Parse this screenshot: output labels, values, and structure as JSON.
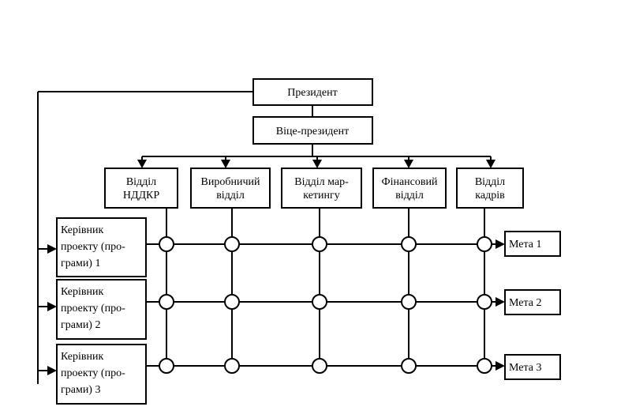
{
  "top": {
    "president": "Президент",
    "vice_president": "Віце-президент"
  },
  "departments": [
    {
      "lines": [
        "Відділ",
        "НДДКР"
      ]
    },
    {
      "lines": [
        "Виробничий",
        "відділ"
      ]
    },
    {
      "lines": [
        "Відділ мар-",
        "кетингу"
      ]
    },
    {
      "lines": [
        "Фінансовий",
        "відділ"
      ]
    },
    {
      "lines": [
        "Відділ",
        "кадрів"
      ]
    }
  ],
  "managers": [
    {
      "lines": [
        "Керівник",
        "проекту (про-",
        "грами) 1"
      ]
    },
    {
      "lines": [
        "Керівник",
        "проекту (про-",
        "грами) 2"
      ]
    },
    {
      "lines": [
        "Керівник",
        "проекту (про-",
        "грами) 3"
      ]
    }
  ],
  "goals": [
    "Мета 1",
    "Мета 2",
    "Мета 3"
  ]
}
